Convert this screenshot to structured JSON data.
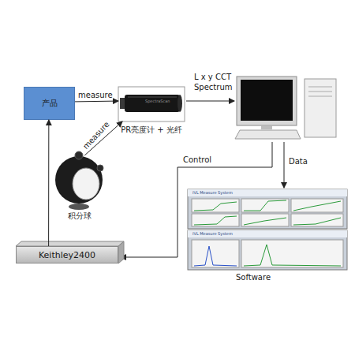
{
  "diagram": {
    "nodes": [
      {
        "text": [
          "产品"
        ]
      },
      {
        "text": [
          "PR亮度计 + 光纤"
        ]
      },
      {
        "text": [
          "积分球"
        ]
      },
      {
        "text": [
          "Keithley2400"
        ]
      },
      {
        "text": [
          "Software"
        ]
      }
    ],
    "edges": [
      {
        "from": 0,
        "to": 1,
        "arrow": "to",
        "label": "measure"
      },
      {
        "from": 2,
        "to": 1,
        "arrow": "to",
        "label": "measure"
      },
      {
        "from": 3,
        "to": 0,
        "arrow": "to"
      }
    ],
    "labels": [
      "SpectraScan",
      "L x y CCT Spectrum",
      "Control",
      "Data",
      "IVL Measure System",
      "IVL Measure System"
    ]
  }
}
